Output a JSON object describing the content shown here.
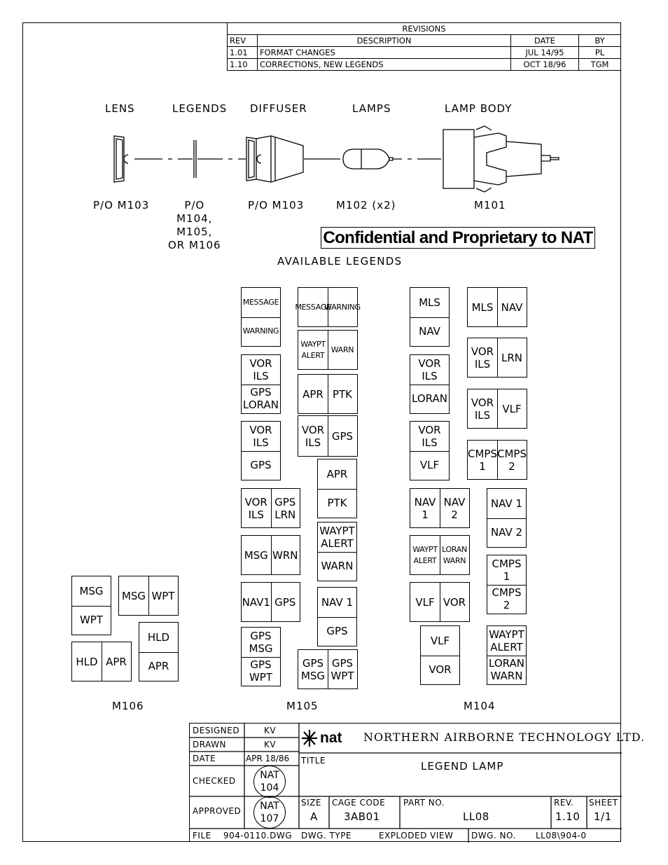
{
  "revisions": {
    "title": "REVISIONS",
    "headers": {
      "rev": "REV",
      "description": "DESCRIPTION",
      "date": "DATE",
      "by": "BY"
    },
    "rows": [
      {
        "rev": "1.01",
        "description": "FORMAT CHANGES",
        "date": "JUL 14/95",
        "by": "PL"
      },
      {
        "rev": "1.10",
        "description": "CORRECTIONS, NEW LEGENDS",
        "date": "OCT 18/96",
        "by": "TGM"
      }
    ]
  },
  "components": [
    {
      "label": "LENS",
      "part": "P/O M103"
    },
    {
      "label": "LEGENDS",
      "part": "P/O\nM104,\nM105,\nOR M106"
    },
    {
      "label": "DIFFUSER",
      "part": "P/O M103"
    },
    {
      "label": "LAMPS",
      "part": "M102 (x2)"
    },
    {
      "label": "LAMP BODY",
      "part": "M101"
    }
  ],
  "confidential": "Confidential and Proprietary to NAT",
  "available_legends": "AVAILABLE LEGENDS",
  "groups": {
    "m106": "M106",
    "m105": "M105",
    "m104": "M104"
  },
  "legends": {
    "t01": [
      "MESSAGE",
      "WARNING"
    ],
    "t02": [
      "MESSAGE",
      "WARNING"
    ],
    "t03": [
      "WAYPT\nALERT",
      "WARN"
    ],
    "t04": [
      "VOR\nILS",
      "GPS\nLORAN"
    ],
    "t05": [
      "APR",
      "PTK"
    ],
    "t06": [
      "VOR\nILS",
      "GPS"
    ],
    "t07": [
      "VOR\nILS",
      "GPS"
    ],
    "t08": [
      "APR",
      "PTK"
    ],
    "t09": [
      "VOR\nILS",
      "GPS\nLRN"
    ],
    "t10": [
      "WAYPT\nALERT",
      "WARN"
    ],
    "t11": [
      "MSG",
      "WRN"
    ],
    "t12": [
      "NAV1",
      "GPS"
    ],
    "t13": [
      "NAV 1",
      "GPS"
    ],
    "t14": [
      "GPS\nMSG",
      "GPS\nWPT"
    ],
    "t15": [
      "GPS\nMSG",
      "GPS\nWPT"
    ],
    "t16": [
      "MLS",
      "NAV"
    ],
    "t17": [
      "MLS",
      "NAV"
    ],
    "t18": [
      "VOR\nILS",
      "LORAN"
    ],
    "t19": [
      "VOR\nILS",
      "LRN"
    ],
    "t20": [
      "VOR\nILS",
      "VLF"
    ],
    "t21": [
      "VOR\nILS",
      "VLF"
    ],
    "t22": [
      "CMPS\n1",
      "CMPS\n2"
    ],
    "t23": [
      "NAV\n1",
      "NAV\n2"
    ],
    "t24": [
      "NAV 1",
      "NAV 2"
    ],
    "t25": [
      "WAYPT\nALERT",
      "LORAN\nWARN"
    ],
    "t26": [
      "CMPS\n1",
      "CMPS\n2"
    ],
    "t27": [
      "VLF",
      "VOR"
    ],
    "t28": [
      "VLF",
      "VOR"
    ],
    "t29": [
      "WAYPT\nALERT",
      "LORAN\nWARN"
    ],
    "t30": [
      "MSG",
      "WPT"
    ],
    "t31": [
      "MSG",
      "WPT"
    ],
    "t32": [
      "HLD",
      "APR"
    ],
    "t33": [
      "HLD",
      "APR"
    ]
  },
  "title_block": {
    "designed_label": "DESIGNED",
    "designed": "KV",
    "drawn_label": "DRAWN",
    "drawn": "KV",
    "date_label": "DATE",
    "date": "APR 18/86",
    "checked_label": "CHECKED",
    "checked_stamp": "NAT\n104",
    "approved_label": "APPROVED",
    "approved_stamp": "NAT\n107",
    "file_label": "FILE",
    "file": "904-0110.DWG",
    "company_logo": "nat",
    "company": "NORTHERN AIRBORNE TECHNOLOGY LTD.",
    "title_label": "TITLE",
    "title": "LEGEND LAMP",
    "size_label": "SIZE",
    "size": "A",
    "cage_label": "CAGE CODE",
    "cage": "3AB01",
    "partno_label": "PART NO.",
    "partno": "LL08",
    "rev_label": "REV.",
    "rev": "1.10",
    "sheet_label": "SHEET",
    "sheet": "1/1",
    "dwgtype_label": "DWG. TYPE",
    "dwgtype": "EXPLODED VIEW",
    "dwgno_label": "DWG. NO.",
    "dwgno": "LL08\\904-0"
  }
}
